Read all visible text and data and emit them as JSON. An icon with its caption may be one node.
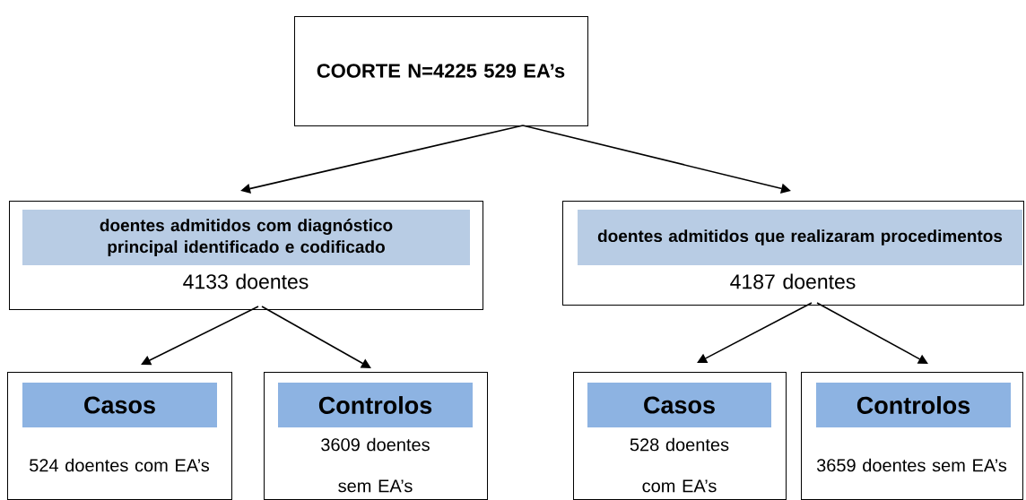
{
  "diagram": {
    "nodes": [
      {
        "text": [
          "COORTE N=4225 529 EA’s"
        ]
      },
      {
        "text": [
          "doentes admitidos com diagnóstico principal identificado e codificado",
          "4133 doentes"
        ]
      },
      {
        "text": [
          "doentes admitidos que realizaram procedimentos",
          "4187 doentes"
        ]
      },
      {
        "text": [
          "Casos",
          "524 doentes com EA’s"
        ]
      },
      {
        "text": [
          "Controlos",
          "3609  doentes sem EA’s"
        ]
      },
      {
        "text": [
          "Casos",
          "528 doentes com EA’s"
        ]
      },
      {
        "text": [
          "Controlos",
          "3659 doentes sem EA’s"
        ]
      }
    ],
    "edges": [
      {
        "from": 0,
        "to": 1,
        "arrow": "to"
      },
      {
        "from": 0,
        "to": 2,
        "arrow": "to"
      },
      {
        "from": 1,
        "to": 3,
        "arrow": "to"
      },
      {
        "from": 1,
        "to": 4,
        "arrow": "to"
      },
      {
        "from": 2,
        "to": 5,
        "arrow": "to"
      },
      {
        "from": 2,
        "to": 6,
        "arrow": "to"
      }
    ]
  }
}
